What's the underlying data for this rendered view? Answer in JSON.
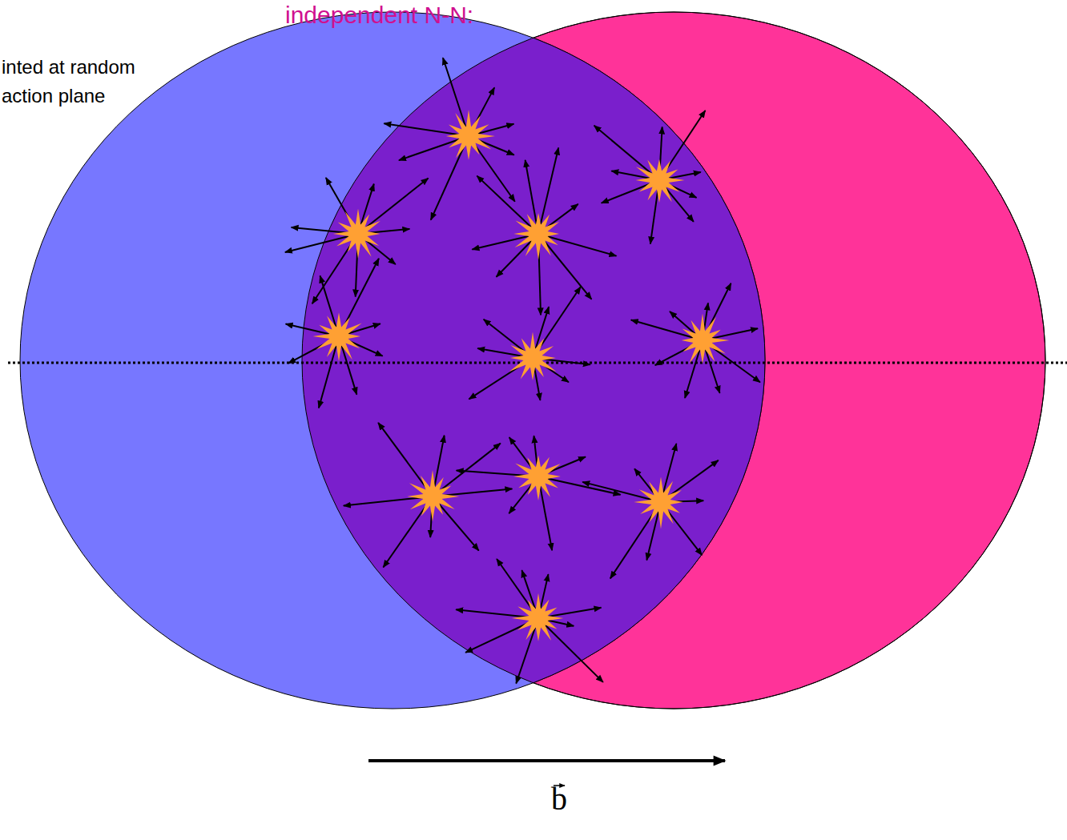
{
  "diagram": {
    "title": "independent N-N:",
    "labels": [
      "inted at random",
      "action plane",
      "b"
    ]
  }
}
